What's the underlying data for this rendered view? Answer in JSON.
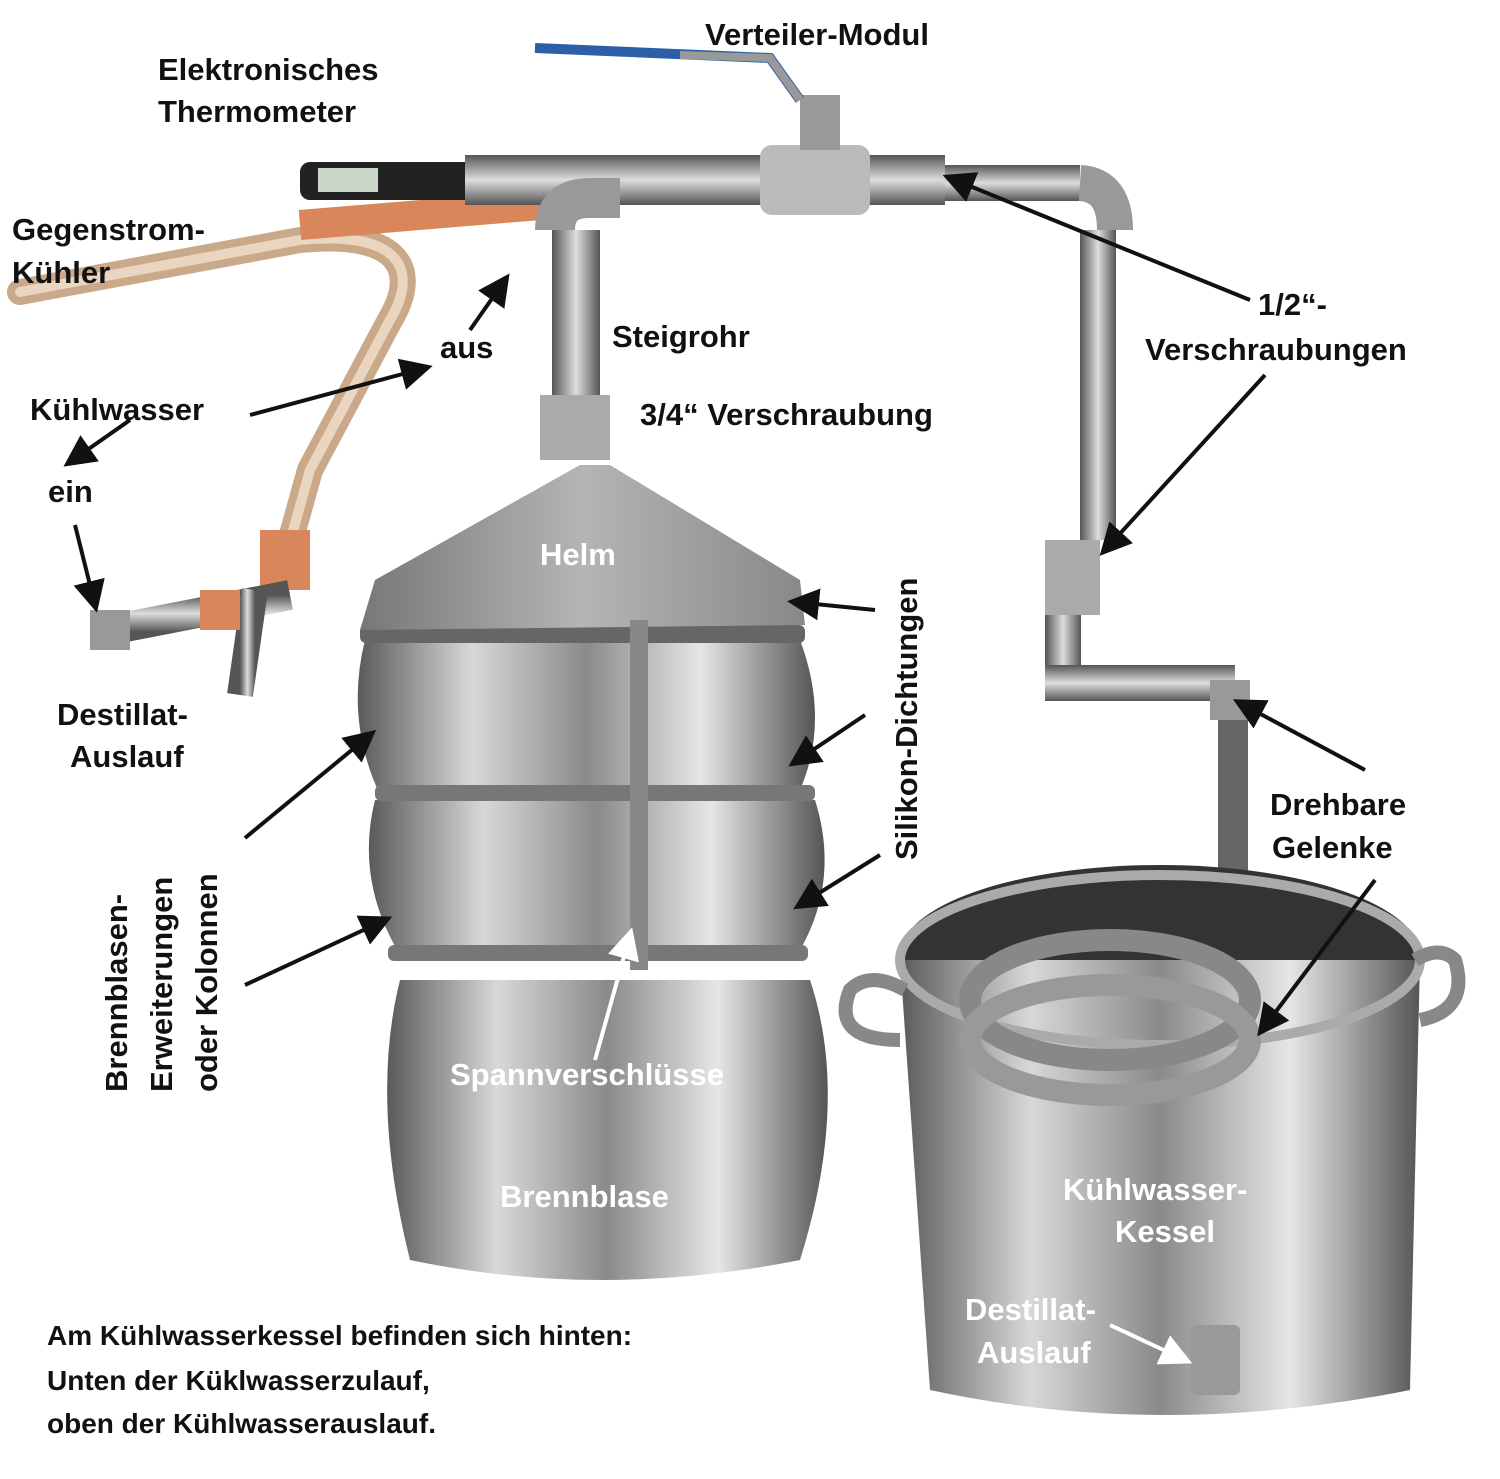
{
  "labels": {
    "verteiler": "Verteiler-Modul",
    "thermo_1": "Elektronisches",
    "thermo_2": "Thermometer",
    "gegenstrom_1": "Gegenstrom-",
    "gegenstrom_2": "Kühler",
    "aus": "aus",
    "steigrohr": "Steigrohr",
    "kuehlwasser": "Kühlwasser",
    "ein": "ein",
    "verschraubung_34": "3/4“ Verschraubung",
    "verschraubungen_12_1": "1/2“-",
    "verschraubungen_12_2": "Verschraubungen",
    "helm": "Helm",
    "silikon": "Silikon-Dichtungen",
    "destillat_left_1": "Destillat-",
    "destillat_left_2": "Auslauf",
    "drehbare_1": "Drehbare",
    "drehbare_2": "Gelenke",
    "erweiterung_1": "Brennblasen-",
    "erweiterung_2": "Erweiterungen",
    "erweiterung_3": "oder Kolonnen",
    "spann": "Spannverschlüsse",
    "brennblase": "Brennblase",
    "kessel_1": "Kühlwasser-",
    "kessel_2": "Kessel",
    "destillat_right_1": "Destillat-",
    "destillat_right_2": "Auslauf"
  },
  "note": {
    "line1": "Am Kühlwasserkessel befinden sich hinten:",
    "line2": "Unten der Küklwasserzulauf,",
    "line3": "oben der Kühlwasserauslauf."
  },
  "colors": {
    "steel": "#a9a9a9",
    "copper": "#d9875a",
    "valve_handle": "#2d5fa8"
  }
}
